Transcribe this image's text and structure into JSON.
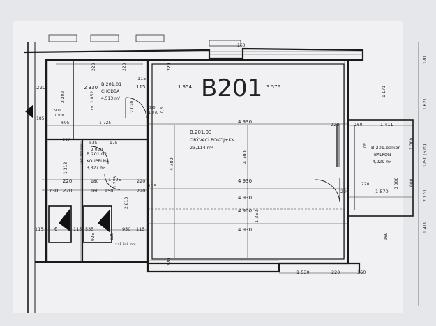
{
  "plan": {
    "unit_title": "B201",
    "rooms": {
      "chodba": {
        "code": "B.201.01",
        "name": "CHODBA",
        "area": "4,513 m²"
      },
      "koupelna": {
        "code": "B.201.02",
        "name": "KOUPELNA",
        "area": "3,327 m²"
      },
      "obyvaci": {
        "code": "B.201.03",
        "name": "OBÝVACÍ POKOJ+KK",
        "area": "23,114 m²"
      },
      "balkon": {
        "code": "B.201.balkon",
        "name": "BALKON",
        "area": "4,229 m²"
      }
    },
    "dims": {
      "top_chodba_2330": "2 330",
      "top_1354": "1 354",
      "top_3576": "3 576",
      "top_160": "160",
      "chodba_2202": "2 202",
      "chodba_1852": "1 852",
      "chodba_2020": "2 020",
      "left_220_a": "220",
      "left_220_b": "220",
      "left_220_c": "220",
      "left_220_d": "220",
      "col_115_a": "115",
      "col_115_b": "115",
      "col_220_top_a": "220",
      "col_220_top_b": "220",
      "col_220_top_c": "220",
      "w605": "605",
      "w1725": "1 725",
      "w4930_a": "4 930",
      "w4930_b": "4 930",
      "w4930_c": "4 930",
      "w4930_d": "4 930",
      "w4900": "4 900",
      "w4780": "4 780",
      "w4700": "4 700",
      "w1350": "1 350",
      "w1313": "1 313",
      "w1405": "1 405",
      "w2020_k": "2 020",
      "w2813": "2 813",
      "w1773": "1 773",
      "w730": "730",
      "w950_a": "950",
      "w950_b": "950",
      "w160": "160",
      "w180": "180",
      "w535_a": "535",
      "w535_b": "535",
      "w175": "175",
      "w925": "925",
      "w120": "120",
      "w185": "185",
      "w115_m1": "115",
      "w115_m2": "115",
      "w115_m3": "115",
      "w115_m4": "115",
      "w220_m1": "220",
      "w220_m2": "220",
      "w220_m3": "220",
      "w220_m4": "220",
      "w6": "6",
      "b_1411": "1 411",
      "b_1570": "1 570",
      "b_3000": "3 000",
      "b_1200": "1 200",
      "b_900": "900",
      "b_220": "220",
      "b_160": "160",
      "r_170": "170",
      "r_1171": "1 171",
      "r_1621": "1 621",
      "r_1750": "1750 (620)",
      "r_2170": "2 170",
      "r_1419": "1 419",
      "r_969": "969",
      "bot_1530": "1 530",
      "bot_220_a": "220",
      "bot_220_b": "220",
      "bot_160": "160",
      "door_900": "900",
      "door_1970": "1 970",
      "door_800": "800",
      "door_1970b": "1 970",
      "win_08": "0,8",
      "win_09": "0,9",
      "win_0f": "0F",
      "small_1250": "v+1 250 mm",
      "small_840": "v+1 840 mm",
      "small_1200": "v+1 200 mm",
      "dim_220_right": "220"
    }
  }
}
